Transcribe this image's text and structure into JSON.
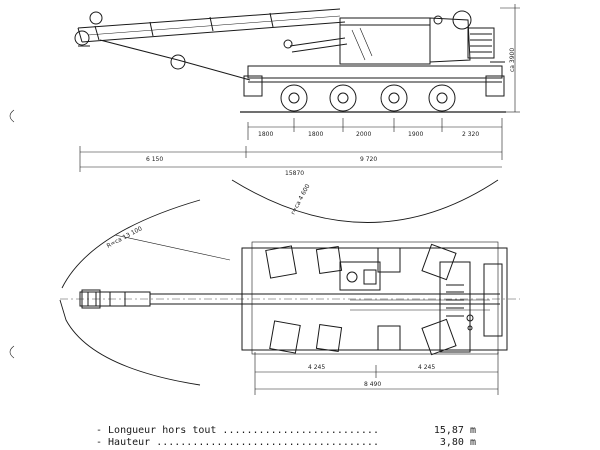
{
  "elevation": {
    "axle_spacings": [
      "1800",
      "1800",
      "2000",
      "1900",
      "2 320"
    ],
    "front_overhang": "6 150",
    "wheelbase_total": "9 720",
    "overall_length": "15870",
    "height": "ca 3900"
  },
  "plan": {
    "tail_radius": "r=ca 4 600",
    "boom_radius": "R=ca 13 100",
    "half_width_left": "4 245",
    "half_width_right": "4 245",
    "outrigger_span": "8 490"
  },
  "specs": [
    {
      "label": "- Longueur hors tout ..........................",
      "value": "15,87 m"
    },
    {
      "label": "- Hauteur .....................................",
      "value": "3,80 m"
    }
  ]
}
